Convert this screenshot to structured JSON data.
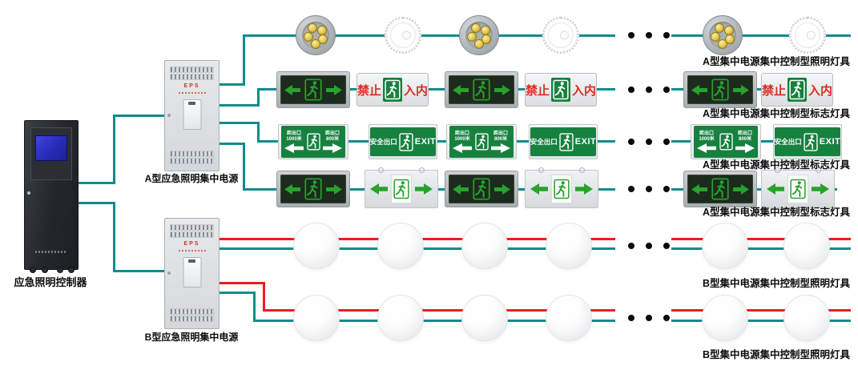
{
  "controller": {
    "label": "应急照明控制器"
  },
  "power_supplies": [
    {
      "id": "A",
      "label": "A型应急照明集中电源",
      "eps": "EPS"
    },
    {
      "id": "B",
      "label": "B型应急照明集中电源",
      "eps": "EPS"
    }
  ],
  "rows": [
    {
      "id": "row1",
      "label": "A型集中电源集中控制型照明灯具",
      "devices": [
        "downlight",
        "ringlight",
        "downlight",
        "ringlight",
        "ellipsis",
        "downlight",
        "ringlight"
      ]
    },
    {
      "id": "row2",
      "label": "A型集中电源集中控制型标志灯具",
      "devices": [
        "exit_dark",
        "no_entry",
        "exit_dark",
        "no_entry",
        "ellipsis",
        "exit_dark",
        "no_entry"
      ]
    },
    {
      "id": "row3",
      "label": "A型集中电源集中控制型标志灯具",
      "devices": [
        "distance",
        "exit_cn",
        "distance",
        "exit_cn",
        "ellipsis",
        "distance",
        "exit_cn"
      ]
    },
    {
      "id": "row4",
      "label": "A型集中电源集中控制型标志灯具",
      "devices": [
        "exit_dark",
        "exit_hanging",
        "exit_dark",
        "exit_hanging",
        "ellipsis",
        "exit_dark",
        "exit_hanging"
      ]
    },
    {
      "id": "row5",
      "label": "B型集中电源集中控制型照明灯具",
      "devices": [
        "dome",
        "dome",
        "dome",
        "dome",
        "ellipsis",
        "dome",
        "dome"
      ]
    },
    {
      "id": "row6",
      "label": "B型集中电源集中控制型照明灯具",
      "devices": [
        "dome",
        "dome",
        "dome",
        "dome",
        "ellipsis",
        "dome",
        "dome"
      ]
    }
  ],
  "sign_text": {
    "no_entry_left": "禁止",
    "no_entry_right": "入内",
    "exit_cn": "安全出口",
    "exit_en": "EXIT",
    "dist_left_top": "距出口",
    "dist_left_bottom": "1000米",
    "dist_right_top": "距出口",
    "dist_right_bottom": "800米"
  },
  "colors": {
    "wire_teal": "#0E8C8C",
    "wire_red": "#EA1E1E",
    "sign_green": "#27A22C",
    "panel_green": "#17813F",
    "panel_dark": "#1C2B1D",
    "alert_red": "#DD2B20",
    "screen_blue": "#2B2FC4"
  }
}
